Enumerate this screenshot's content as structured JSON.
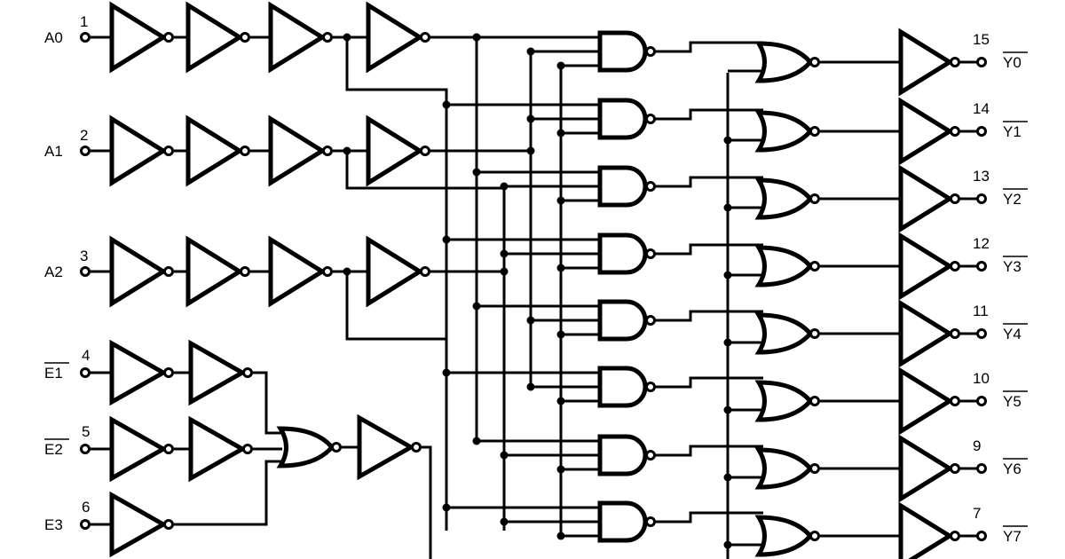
{
  "colors": {
    "line": "#000000",
    "background": "#ffffff"
  },
  "inputs": [
    {
      "name": "A0",
      "pin": "1",
      "bar": false
    },
    {
      "name": "A1",
      "pin": "2",
      "bar": false
    },
    {
      "name": "A2",
      "pin": "3",
      "bar": false
    },
    {
      "name": "E1",
      "pin": "4",
      "bar": true
    },
    {
      "name": "E2",
      "pin": "5",
      "bar": true
    },
    {
      "name": "E3",
      "pin": "6",
      "bar": false
    }
  ],
  "outputs": [
    {
      "name": "Y0",
      "pin": "15",
      "bar": true
    },
    {
      "name": "Y1",
      "pin": "14",
      "bar": true
    },
    {
      "name": "Y2",
      "pin": "13",
      "bar": true
    },
    {
      "name": "Y3",
      "pin": "12",
      "bar": true
    },
    {
      "name": "Y4",
      "pin": "11",
      "bar": true
    },
    {
      "name": "Y5",
      "pin": "10",
      "bar": true
    },
    {
      "name": "Y6",
      "pin": "9",
      "bar": true
    },
    {
      "name": "Y7",
      "pin": "7",
      "bar": true
    }
  ]
}
